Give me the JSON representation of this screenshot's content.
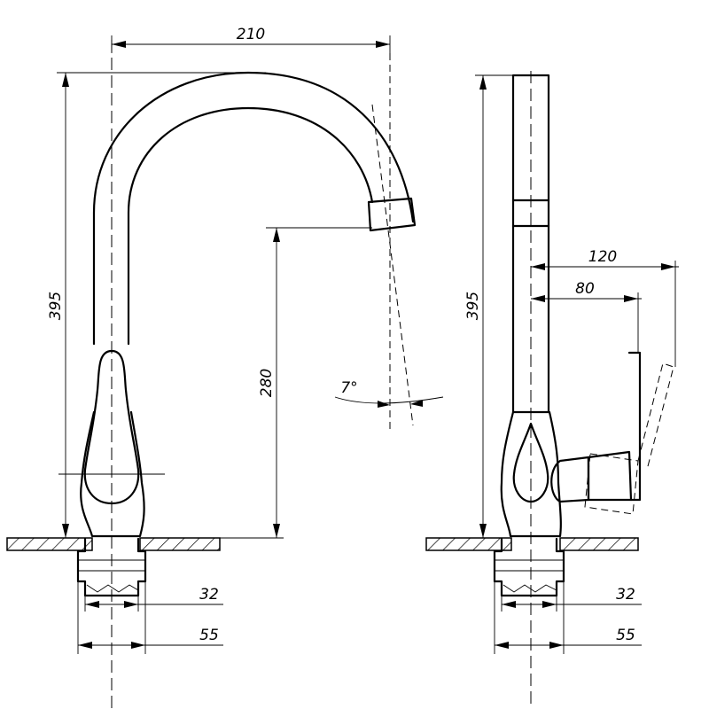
{
  "dimensions": {
    "spout_reach": "210",
    "height_front": "395",
    "spout_outlet_height": "280",
    "swivel_angle": "7°",
    "height_side": "395",
    "handle_reach_max": "120",
    "handle_reach": "80",
    "thread_front": "32",
    "base_front": "55",
    "thread_side": "32",
    "base_side": "55"
  },
  "colors": {
    "line": "#000000",
    "background": "#ffffff"
  }
}
